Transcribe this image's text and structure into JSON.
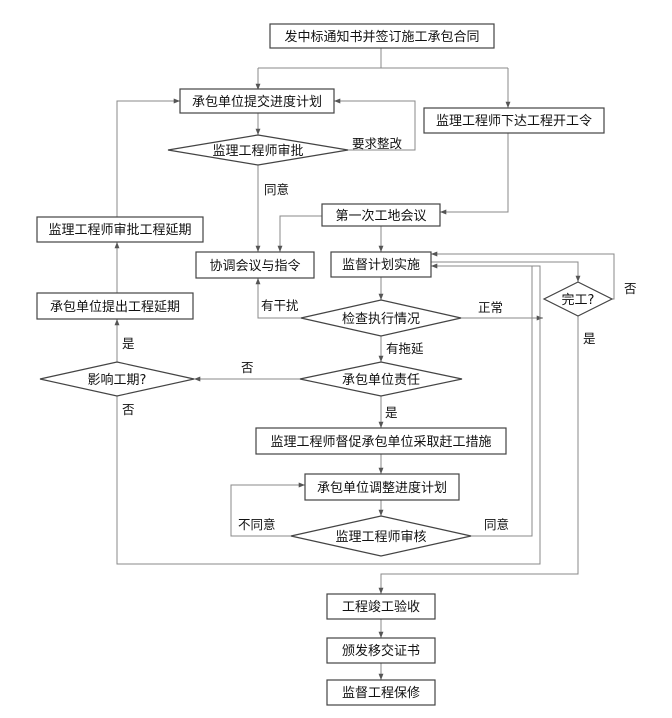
{
  "nodes": {
    "start": "发中标通知书并签订施工承包合同",
    "submit_plan": "承包单位提交进度计划",
    "engineer_approve": "监理工程师审批",
    "start_order": "监理工程师下达工程开工令",
    "extension_approval": "监理工程师审批工程延期",
    "first_meeting": "第一次工地会议",
    "coord_meeting": "协调会议与指令",
    "supervise_impl": "监督计划实施",
    "completed_q": "完工?",
    "contractor_extension": "承包单位提出工程延期",
    "check_execution": "检查执行情况",
    "affects_q": "影响工期?",
    "contractor_resp": "承包单位责任",
    "urge_measures": "监理工程师督促承包单位采取赶工措施",
    "adjust_plan": "承包单位调整进度计划",
    "engineer_review": "监理工程师审核",
    "acceptance": "工程竣工验收",
    "certificate": "颁发移交证书",
    "warranty": "监督工程保修"
  },
  "edge_labels": {
    "rectify": "要求整改",
    "agree_1": "同意",
    "no_top": "否",
    "interference": "有干扰",
    "normal": "正常",
    "yes_right": "是",
    "yes_left": "是",
    "no_mid": "否",
    "delay": "有拖延",
    "no_left": "否",
    "yes_mid": "是",
    "disagree": "不同意",
    "agree_2": "同意"
  }
}
